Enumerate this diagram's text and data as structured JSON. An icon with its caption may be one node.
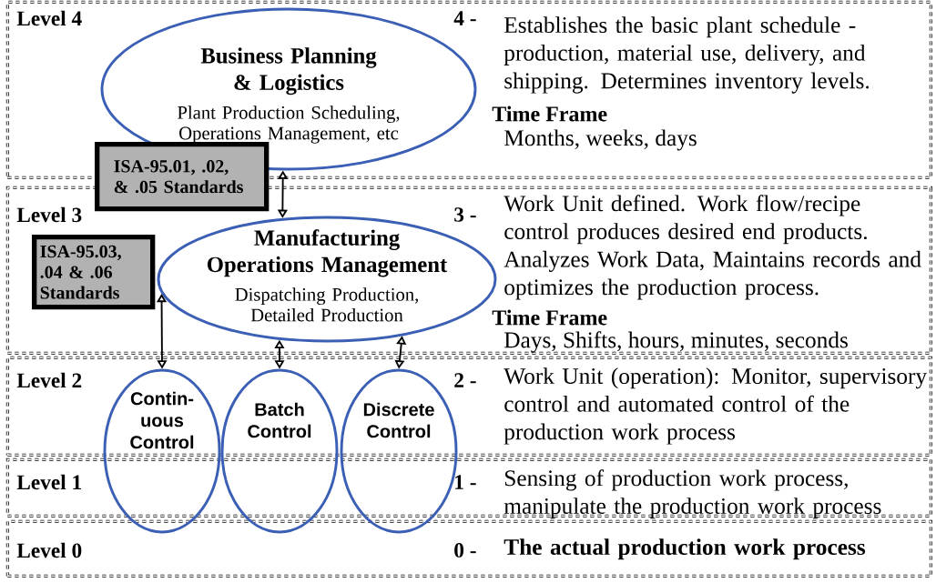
{
  "diagram": {
    "nodes": [
      {
        "text": [
          "Level 4",
          "4 -",
          "Establishes the basic plant schedule - production, material use, delivery, and shipping. Determines inventory levels.",
          "Time Frame",
          "Months, weeks, days"
        ]
      },
      {
        "text": [
          "Level 3",
          "3 -",
          "Work Unit defined. Work flow/recipe control produces desired end products. Analyzes Work Data, Maintains records and optimizes the production process.",
          "Time Frame",
          "Days, Shifts, hours, minutes, seconds"
        ]
      },
      {
        "text": [
          "Level 2",
          "2 -",
          "Work Unit (operation): Monitor, supervisory control and automated control of the production work process"
        ]
      },
      {
        "text": [
          "Level 1",
          "1 -",
          "Sensing of production work process, manipulate the production work process"
        ]
      },
      {
        "text": [
          "Level 0",
          "0 -",
          "The actual production work process"
        ]
      },
      {
        "text": [
          "Business Planning & Logistics",
          "Plant Production Scheduling, Operations Management, etc"
        ],
        "in": 0
      },
      {
        "text": [
          "ISA-95.01, .02, & .05 Standards"
        ]
      },
      {
        "text": [
          "Manufacturing Operations Management",
          "Dispatching Production, Detailed Production"
        ],
        "in": 1
      },
      {
        "text": [
          "ISA-95.03, .04 & .06 Standards"
        ],
        "in": 1
      },
      {
        "text": [
          "Contin-uous Control"
        ]
      },
      {
        "text": [
          "Batch Control"
        ]
      },
      {
        "text": [
          "Discrete Control"
        ]
      }
    ],
    "edges": [
      {
        "from": 5,
        "to": 7,
        "arrow": "both"
      },
      {
        "from": 7,
        "to": 9,
        "arrow": "both"
      },
      {
        "from": 7,
        "to": 10,
        "arrow": "both"
      },
      {
        "from": 7,
        "to": 11,
        "arrow": "both"
      }
    ]
  }
}
